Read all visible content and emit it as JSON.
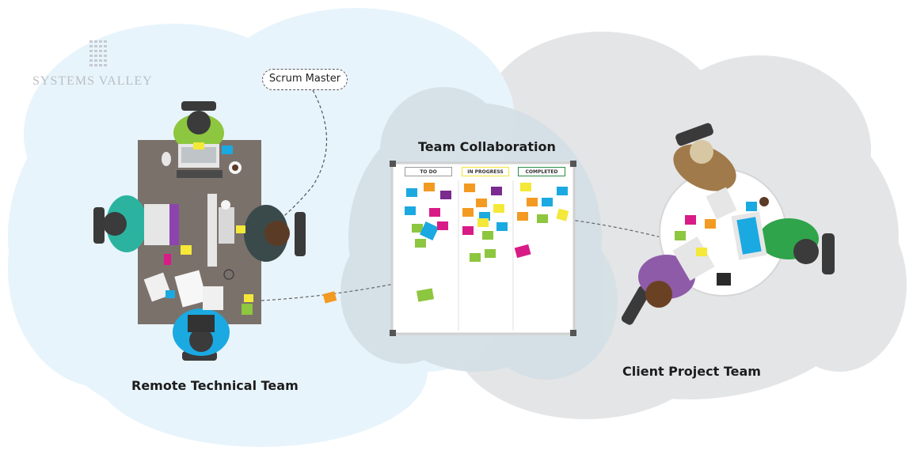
{
  "logo": {
    "name": "SYSTEMS VALLEY"
  },
  "labels": {
    "scrum_master": "Scrum Master",
    "team_collaboration": "Team Collaboration",
    "remote_team": "Remote Technical Team",
    "client_team": "Client Project Team"
  },
  "board": {
    "columns": [
      "TO DO",
      "IN PROGRESS",
      "COMPLETED"
    ]
  },
  "colors": {
    "remote_cloud": "#e6f3fa",
    "client_cloud": "#e4e5e7",
    "overlap_cloud": "#d2dde3",
    "sticky_blue": "#1ba9e1",
    "sticky_orange": "#f39a22",
    "sticky_magenta": "#d81b87",
    "sticky_green": "#8dc63f",
    "sticky_yellow": "#f4e838",
    "sticky_purple": "#7b2a8f"
  }
}
